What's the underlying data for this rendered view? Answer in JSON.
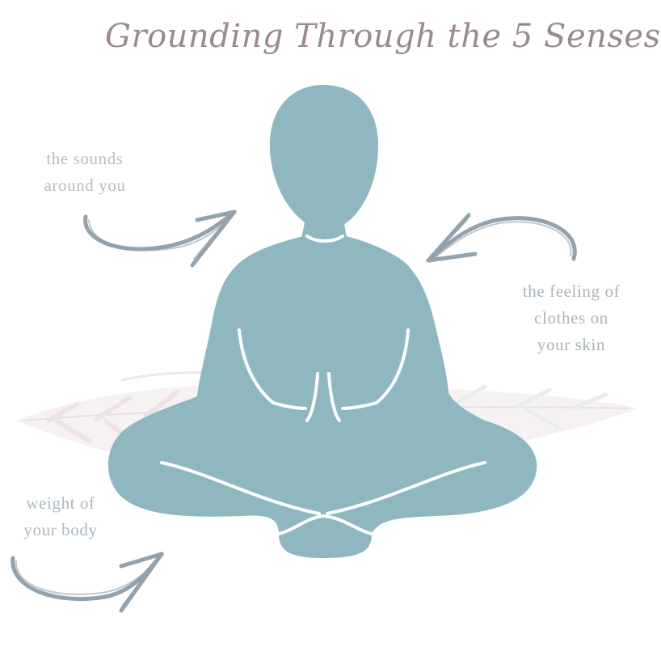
{
  "title": "Grounding Through the 5 Senses",
  "labels": {
    "sounds": [
      "the sounds",
      "around you"
    ],
    "clothes": [
      "the feeling of",
      "clothes on",
      "your skin"
    ],
    "weight": [
      "weight of",
      "your body"
    ]
  },
  "colors": {
    "figure": "#8fb7bf",
    "arrow": "#93a2ac",
    "title": "#9a8a8c",
    "feather": "#e6d7dd"
  },
  "icons": [
    "meditating-figure",
    "feather",
    "curved-arrow"
  ]
}
